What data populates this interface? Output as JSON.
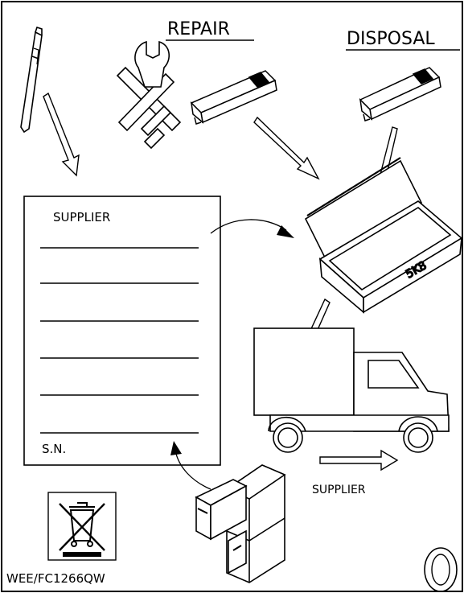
{
  "headings": {
    "repair": "REPAIR",
    "disposal": "DISPOSAL"
  },
  "form": {
    "supplier_label": "SUPPLIER",
    "serial_label": "S.N."
  },
  "box_label": "5K8",
  "truck_caption": "SUPPLIER",
  "doc_code": "WEE/FC1266QW",
  "revision_mark": "0",
  "icons": {
    "pen": "pen-icon",
    "repair_tools": "wrench-screwdriver-icon",
    "device": "tube-device-icon",
    "box": "open-box-icon",
    "truck": "delivery-truck-icon",
    "cabinet": "filing-cabinet-icon",
    "weee": "crossed-out-bin-icon"
  },
  "colors": {
    "ink": "#000000",
    "paper": "#ffffff"
  }
}
